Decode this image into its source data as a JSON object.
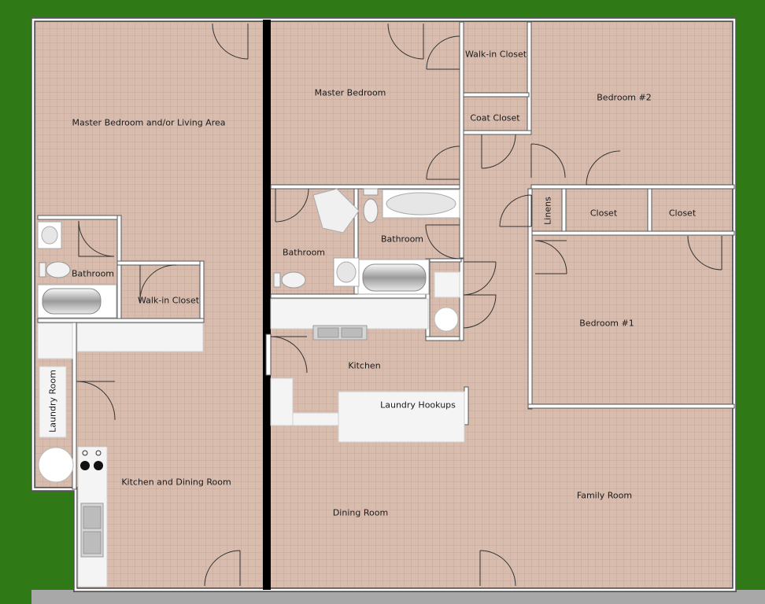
{
  "rooms": {
    "master_living": "Master Bedroom and/or Living Area",
    "master_bedroom": "Master Bedroom",
    "walkin_closet_top": "Walk-in Closet",
    "coat_closet": "Coat Closet",
    "bedroom2": "Bedroom #2",
    "linens": "Linens",
    "closet_a": "Closet",
    "closet_b": "Closet",
    "bathroom_left": "Bathroom",
    "walkin_closet_left": "Walk-in Closet",
    "bathroom_mid": "Bathroom",
    "bathroom_center": "Bathroom",
    "bedroom1": "Bedroom #1",
    "kitchen": "Kitchen",
    "laundry_hookups": "Laundry Hookups",
    "laundry_room": "Laundry Room",
    "kitchen_dining": "Kitchen and Dining Room",
    "dining_room": "Dining Room",
    "family_room": "Family Room"
  },
  "colors": {
    "grass": "#2f7a16",
    "floor": "#d8bcae",
    "wall": "#555555",
    "wall_fill": "#ffffff",
    "divider": "#000000",
    "counter": "#f4f4f4",
    "porch": "#a8a8a8"
  }
}
